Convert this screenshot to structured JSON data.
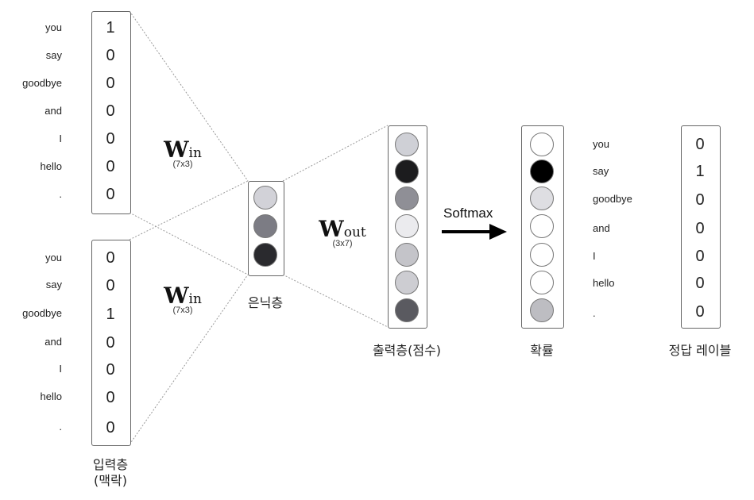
{
  "input_top": {
    "words": [
      "you",
      "say",
      "goodbye",
      "and",
      "I",
      "hello",
      "."
    ],
    "values": [
      "1",
      "0",
      "0",
      "0",
      "0",
      "0",
      "0"
    ]
  },
  "input_bottom": {
    "words": [
      "you",
      "say",
      "goodbye",
      "and",
      "I",
      "hello",
      "."
    ],
    "values": [
      "0",
      "0",
      "1",
      "0",
      "0",
      "0",
      "0"
    ]
  },
  "input_caption_line1": "입력층",
  "input_caption_line2": "(맥락)",
  "w_in_top": {
    "base": "W",
    "sub": "in",
    "dim": "(7x3)"
  },
  "w_in_bottom": {
    "base": "W",
    "sub": "in",
    "dim": "(7x3)"
  },
  "w_out": {
    "base": "W",
    "sub": "out",
    "dim": "(3x7)"
  },
  "hidden": {
    "caption": "은닉층",
    "shades": [
      "#d2d2d8",
      "#7c7c84",
      "#2a2a2e"
    ]
  },
  "output": {
    "caption": "출력층(점수)",
    "shades": [
      "#cfd0d6",
      "#1c1c1e",
      "#8f8f96",
      "#ebebee",
      "#c4c4c9",
      "#cdcdd2",
      "#5a5a60"
    ]
  },
  "softmax_label": "Softmax",
  "probability": {
    "caption": "확률",
    "shades": [
      "#ffffff",
      "#000000",
      "#dedee2",
      "#ffffff",
      "#ffffff",
      "#ffffff",
      "#bdbdc2"
    ]
  },
  "answer": {
    "caption": "정답 레이블",
    "words": [
      "you",
      "say",
      "goodbye",
      "and",
      "I",
      "hello",
      "."
    ],
    "values": [
      "0",
      "1",
      "0",
      "0",
      "0",
      "0",
      "0"
    ]
  }
}
